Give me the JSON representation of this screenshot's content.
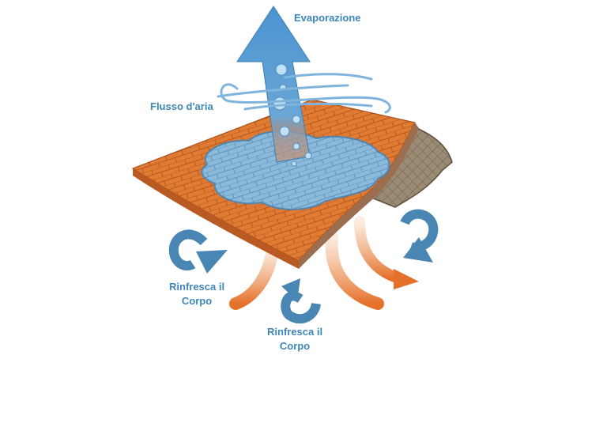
{
  "labels": {
    "evaporation": "Evaporazione",
    "airflow": "Flusso d'aria",
    "cool_body_1": {
      "line1": "Rinfresca il",
      "line2": "Corpo"
    },
    "cool_body_2": {
      "line1": "Rinfresca il",
      "line2": "Corpo"
    }
  },
  "colors": {
    "label_text": "#3f86b8",
    "fabric_orange": "#e07b34",
    "fabric_back": "#8a7a66",
    "water": "#7fb5dc",
    "arrow_blue": "#4d93c9",
    "heat_orange": "#e5702a",
    "cycle_blue": "#4a86b3"
  },
  "icons": [
    "evaporation-arrow-icon",
    "airflow-swirl-icon",
    "cooling-cycle-icon",
    "heat-release-arrow-icon",
    "water-droplet-icon"
  ]
}
